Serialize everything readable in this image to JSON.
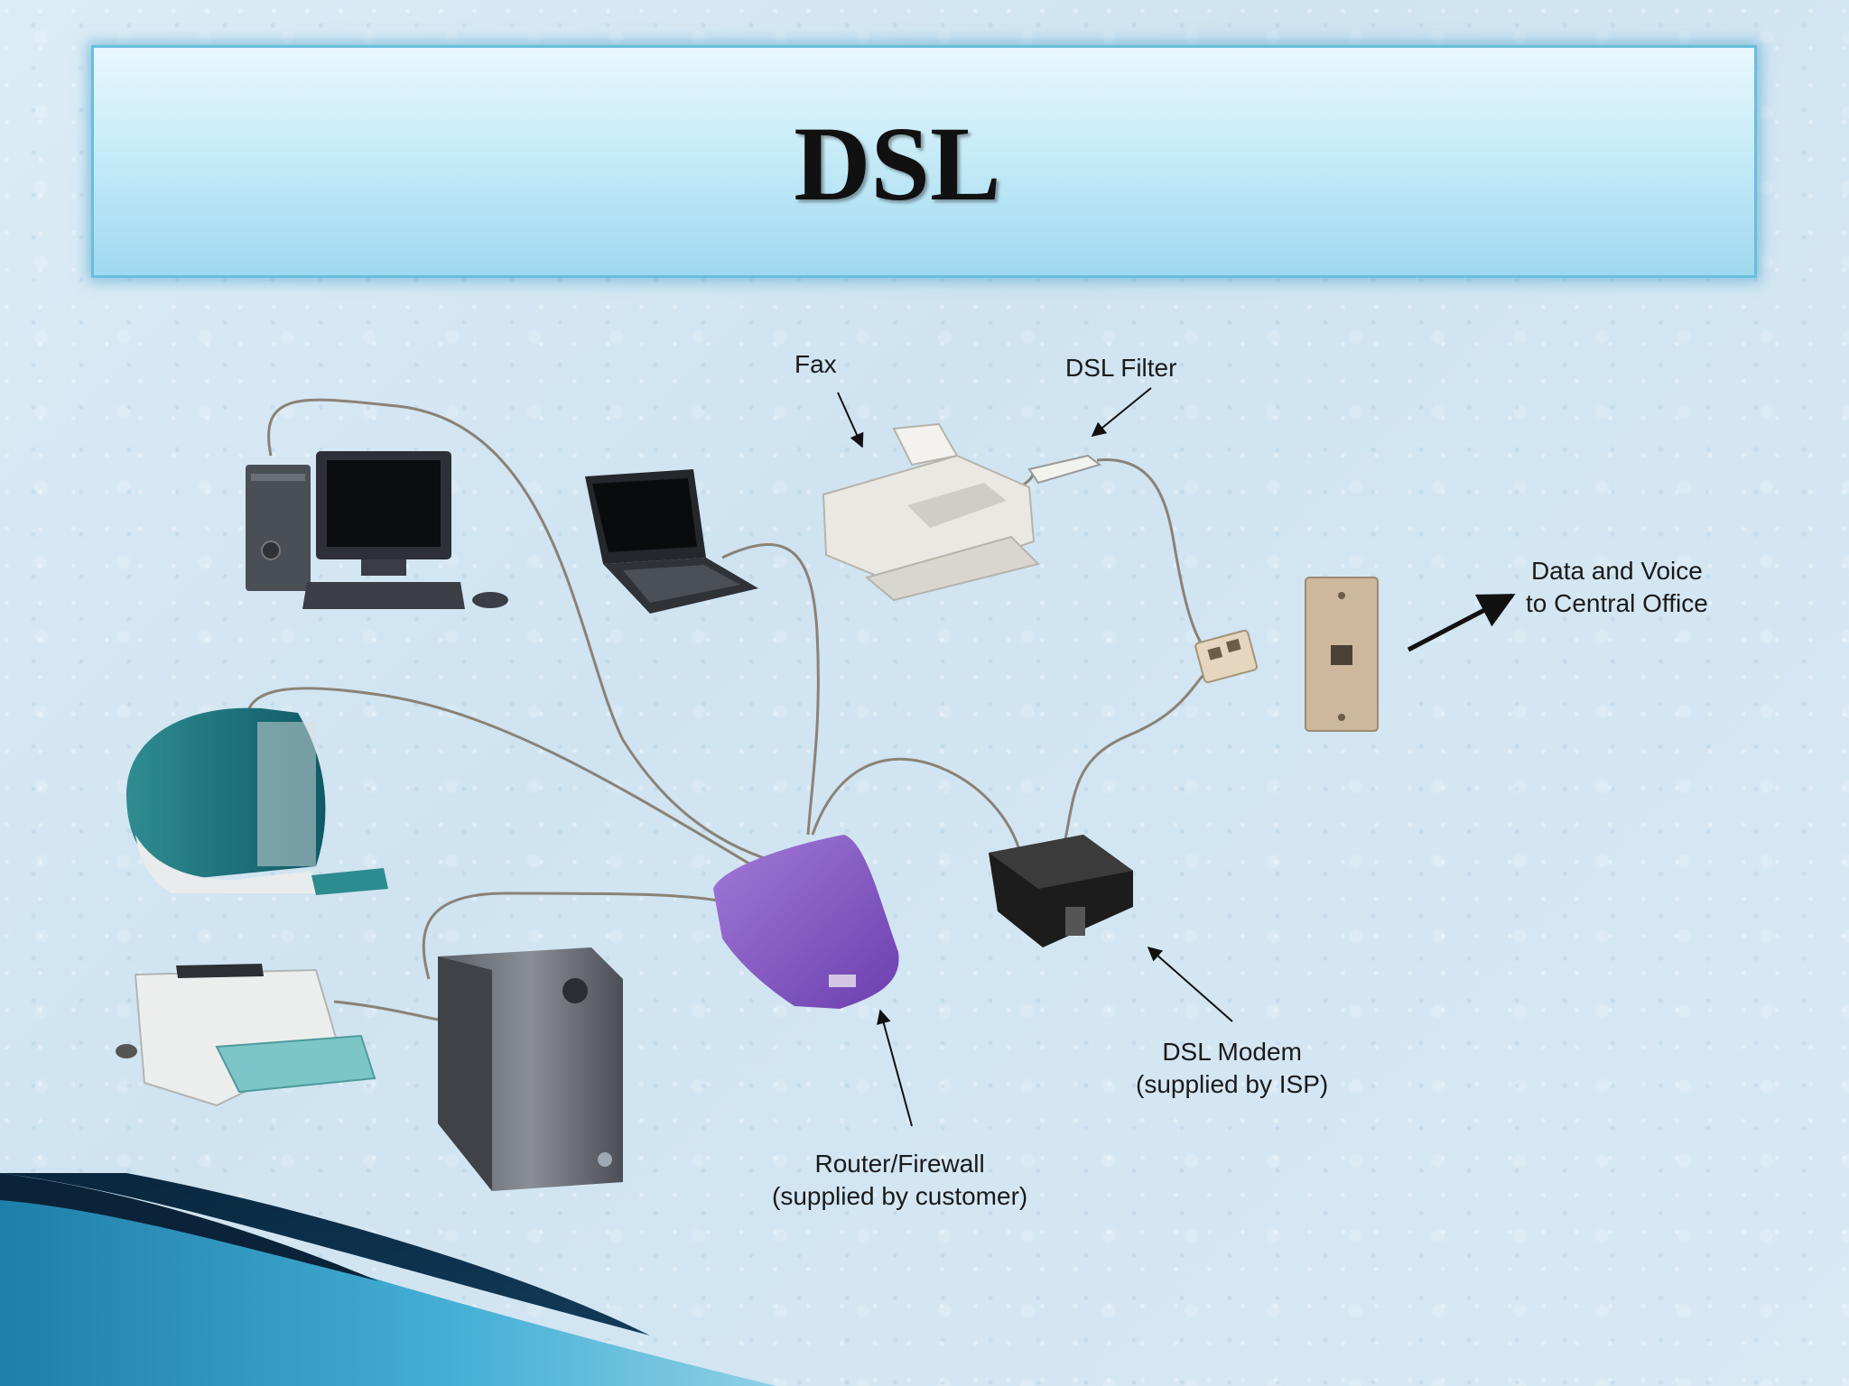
{
  "slide": {
    "title": "DSL"
  },
  "diagram": {
    "labels": {
      "fax": "Fax",
      "dsl_filter": "DSL Filter",
      "central_office_line1": "Data and Voice",
      "central_office_line2": "to Central Office",
      "dsl_modem_line1": "DSL Modem",
      "dsl_modem_line2": "(supplied by ISP)",
      "router_line1": "Router/Firewall",
      "router_line2": "(supplied by customer)"
    },
    "devices": [
      "desktop-pc",
      "laptop",
      "fax-machine",
      "dsl-filter",
      "phone-splitter",
      "wall-jack",
      "imac",
      "printer",
      "server-tower",
      "router-firewall",
      "dsl-modem"
    ],
    "colors": {
      "router": "#8a5cc6",
      "modem": "#1c1c1c",
      "cable": "#8a8276",
      "banner_border": "#69bfdc",
      "corner_dark": "#0b2a44",
      "corner_teal": "#2e9cc4"
    }
  }
}
